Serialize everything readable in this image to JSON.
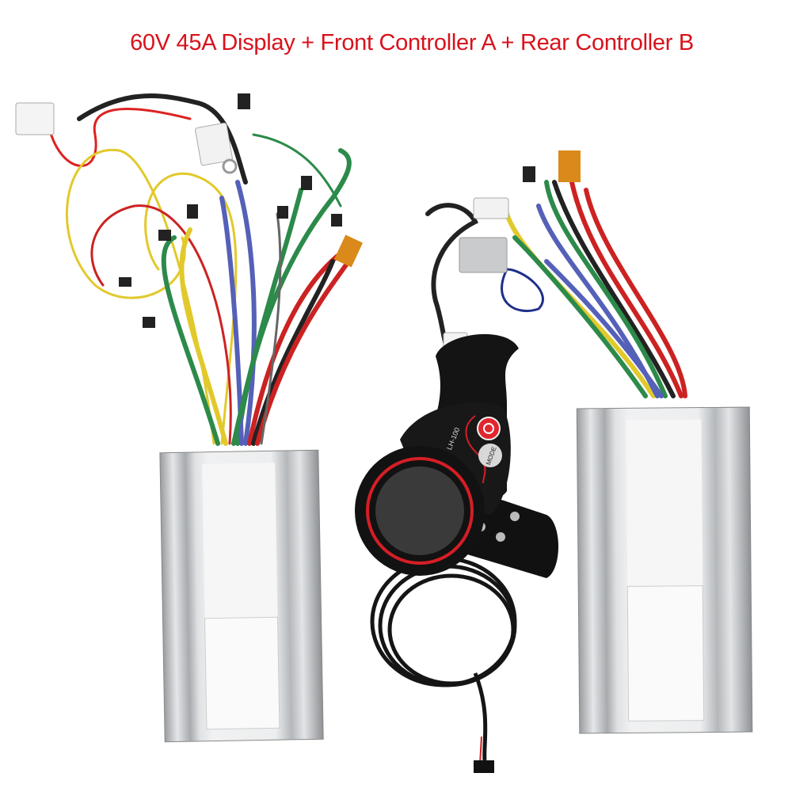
{
  "title": "60V 45A Display + Front Controller A + Rear Controller B",
  "display": {
    "model": "LH-100",
    "mode_button": "MODE"
  },
  "colors": {
    "title": "#d8121b",
    "accent_ring": "#d61e25",
    "housing": "#c9cbcd"
  }
}
